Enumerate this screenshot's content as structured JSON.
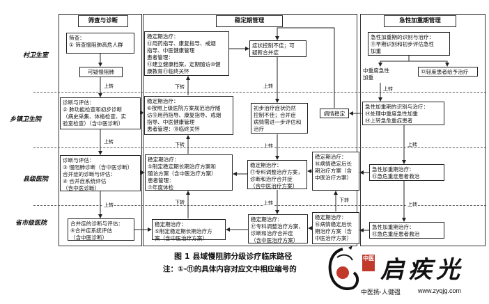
{
  "columns": {
    "screening": "筛查与诊断",
    "stable": "稳定期管理",
    "acute": "急性加重期管理"
  },
  "levels": {
    "village": "村卫生室",
    "township": "乡镇卫生院",
    "county": "县级医院",
    "province": "省市级医院"
  },
  "boxes": {
    "v_screen": "筛查：\n① 筛查慢阻肺高危人群",
    "v_suspect": "可疑慢阻肺",
    "v_stable": "稳定期治疗：\n⑬用药指导、康复指导、戒烟\n指导、中医健康管理\n患者管理：\n⑫建立健康档案，定期随访⑩健\n康教育⑪临终关怀",
    "v_poorcontrol": "症状控制不佳；可\n疑新合并症",
    "v_acute_id": "急性加重期的识别与治疗：\n⑪早期识别和初步评估急性\n加重",
    "v_severe": "中重度急性\n加重",
    "v_mild": "⑫轻度患者给予治疗",
    "t_diag": "诊断与评估：\n② 肺功能检查和初步诊断\n（病史采集、体格检查、实\n验室检查）（含中医诊断）",
    "t_stable": "稳定期治疗：\n⑥按照上级医院方案规范治疗随\n访⑬用药指导、康复指导、戒烟\n指导、中医健康管理\n患者管理：⑱临终关怀",
    "t_poor": "初步治疗症状仍然\n控制不佳；合并症\n病情需进一步评估和\n治疗",
    "t_steady": "病情稳定",
    "t_acute": "急性加重期的识别与治疗：\n⑭处理中重度急性加重\n⑭上转急危重症患者",
    "c_diag": "诊断与评估：\n③ 慢阻肺诊断（含中医诊断）\n合并症的诊断与评估：\n④ 合并症系统评估\n（含中医诊断）",
    "c_stable": "稳定期治疗：\n⑤制定稳定期长期治疗方案和\n随访方案（含中医治疗方案）\n患者管理：\n⑦年度体检",
    "c_adjust": "稳定期治疗：\n⑰专科调整治疗方案，\n诊断和治疗合并症\n（含中医治疗方案）",
    "c_longterm": "稳定期治疗：\n⑯病情稳定后长\n期治疗方案（含\n中医治疗方案）",
    "c_acute": "急性加重期治疗：\n⑮急危重症患者救治",
    "p_diag": "合并症的诊断与评估：\n④合并症系统评估\n（含中医诊断）",
    "p_stable": "稳定期治疗：\n⑤制定稳定期长期治疗方\n案（含中医治疗方案）",
    "p_adjust": "稳定期治疗：\n⑰专科调整治疗方案，\n诊断和治疗合并症\n（含中医治疗方案）",
    "p_longterm": "稳定期治疗：\n⑯病情稳定后长\n期治疗方案（含\n中医治疗方案）",
    "p_acute": "急性加重期治疗：\n⑮急危重症患者救治"
  },
  "arrows": {
    "up": "上转",
    "down": "下转"
  },
  "caption": {
    "title": "图 1  县域慢阻肺分级诊疗临床路径",
    "note": "注：①-⑪的具体内容对应文中相应编号的"
  },
  "watermark": {
    "brand": "启疾光",
    "tag": "中医",
    "slogan": "中医扬·人健强",
    "url": "www.zyqjg.com"
  }
}
